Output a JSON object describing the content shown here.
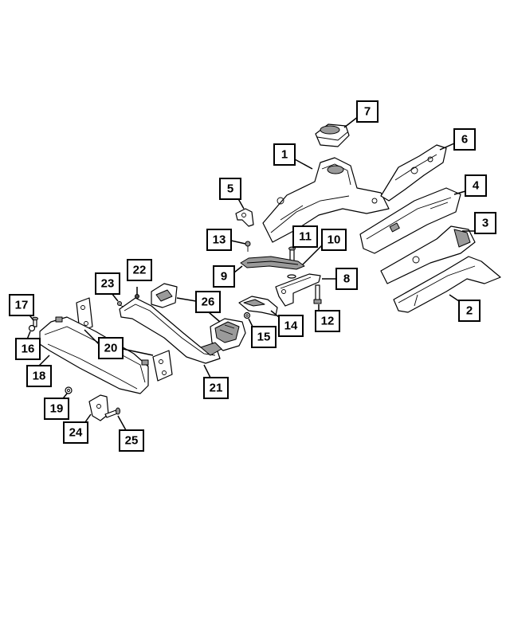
{
  "diagram": {
    "callouts": [
      {
        "id": "1",
        "label": "1"
      },
      {
        "id": "2",
        "label": "2"
      },
      {
        "id": "3",
        "label": "3"
      },
      {
        "id": "4",
        "label": "4"
      },
      {
        "id": "5",
        "label": "5"
      },
      {
        "id": "6",
        "label": "6"
      },
      {
        "id": "7",
        "label": "7"
      },
      {
        "id": "8",
        "label": "8"
      },
      {
        "id": "9",
        "label": "9"
      },
      {
        "id": "10",
        "label": "10"
      },
      {
        "id": "11",
        "label": "11"
      },
      {
        "id": "12",
        "label": "12"
      },
      {
        "id": "13",
        "label": "13"
      },
      {
        "id": "14",
        "label": "14"
      },
      {
        "id": "15",
        "label": "15"
      },
      {
        "id": "16",
        "label": "16"
      },
      {
        "id": "17",
        "label": "17"
      },
      {
        "id": "18",
        "label": "18"
      },
      {
        "id": "19",
        "label": "19"
      },
      {
        "id": "20",
        "label": "20"
      },
      {
        "id": "21",
        "label": "21"
      },
      {
        "id": "22",
        "label": "22"
      },
      {
        "id": "23",
        "label": "23"
      },
      {
        "id": "24",
        "label": "24"
      },
      {
        "id": "25",
        "label": "25"
      },
      {
        "id": "26",
        "label": "26"
      }
    ],
    "colors": {
      "line": "#000000",
      "background": "#ffffff",
      "shade": "#9a9a9a"
    }
  }
}
